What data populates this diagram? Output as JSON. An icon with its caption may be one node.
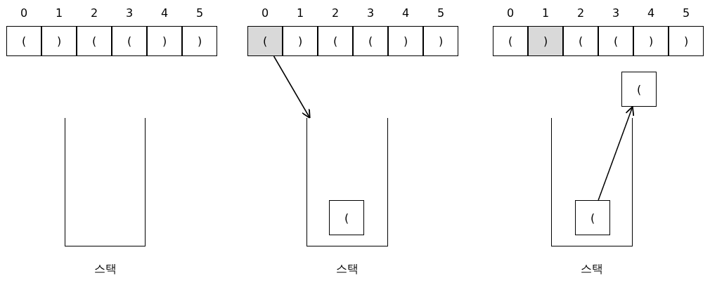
{
  "diagram": {
    "nodes": [
      {
        "text": [
          "("
        ]
      },
      {
        "text": [
          ")"
        ]
      },
      {
        "text": [
          "("
        ]
      },
      {
        "text": [
          "("
        ]
      },
      {
        "text": [
          ")"
        ]
      },
      {
        "text": [
          ")"
        ]
      },
      {
        "text": [],
        "shape": "box",
        "beside": [
          "스택"
        ]
      },
      {
        "text": [
          "("
        ]
      },
      {
        "text": [
          ")"
        ]
      },
      {
        "text": [
          "("
        ]
      },
      {
        "text": [
          "("
        ]
      },
      {
        "text": [
          ")"
        ]
      },
      {
        "text": [
          ")"
        ]
      },
      {
        "text": [],
        "shape": "box",
        "beside": [
          "스택"
        ]
      },
      {
        "text": [
          "("
        ],
        "in": 13
      },
      {
        "text": [
          "("
        ]
      },
      {
        "text": [
          ")"
        ]
      },
      {
        "text": [
          "("
        ]
      },
      {
        "text": [
          "("
        ]
      },
      {
        "text": [
          ")"
        ]
      },
      {
        "text": [
          ")"
        ]
      },
      {
        "text": [
          "("
        ]
      },
      {
        "text": [],
        "shape": "box",
        "beside": [
          "스택"
        ]
      },
      {
        "text": [
          "("
        ],
        "in": 22
      }
    ],
    "edges": [
      {
        "from": 7,
        "to": 13,
        "arrow": "to"
      },
      {
        "from": 23,
        "to": 21,
        "arrow": "to"
      }
    ],
    "labels": [
      "0",
      "1",
      "2",
      "3",
      "4",
      "5",
      "0",
      "1",
      "2",
      "3",
      "4",
      "5",
      "0",
      "1",
      "2",
      "3",
      "4",
      "5"
    ]
  }
}
